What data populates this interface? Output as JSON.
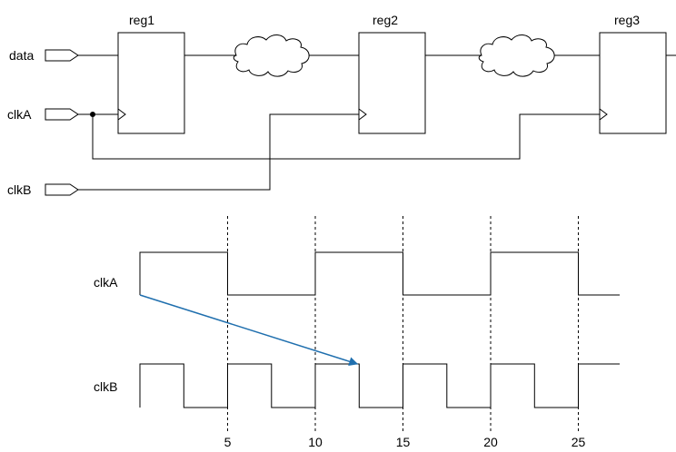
{
  "registers": [
    {
      "id": "reg1",
      "label": "reg1"
    },
    {
      "id": "reg2",
      "label": "reg2"
    },
    {
      "id": "reg3",
      "label": "reg3"
    }
  ],
  "ports": [
    {
      "id": "data",
      "label": "data"
    },
    {
      "id": "clkA",
      "label": "clkA"
    },
    {
      "id": "clkB",
      "label": "clkB"
    }
  ],
  "clouds": [
    {
      "id": "comb-logic-1",
      "icon": "cloud-icon"
    },
    {
      "id": "comb-logic-2",
      "icon": "cloud-icon"
    }
  ],
  "waveforms": [
    {
      "id": "clkA",
      "label": "clkA",
      "period": 10,
      "high_time": 5,
      "start_level": "high"
    },
    {
      "id": "clkB",
      "label": "clkB",
      "period": 5,
      "high_time": 2.5,
      "start_level": "high"
    }
  ],
  "time_axis": {
    "ticks": [
      "5",
      "10",
      "15",
      "20",
      "25"
    ],
    "tick_values": [
      5,
      10,
      15,
      20,
      25
    ],
    "range": [
      0,
      27.5
    ]
  },
  "arrow": {
    "from": {
      "wave": "clkA",
      "time": 0
    },
    "to": {
      "wave": "clkB",
      "time": 12.5
    },
    "color": "#1f6fae"
  }
}
